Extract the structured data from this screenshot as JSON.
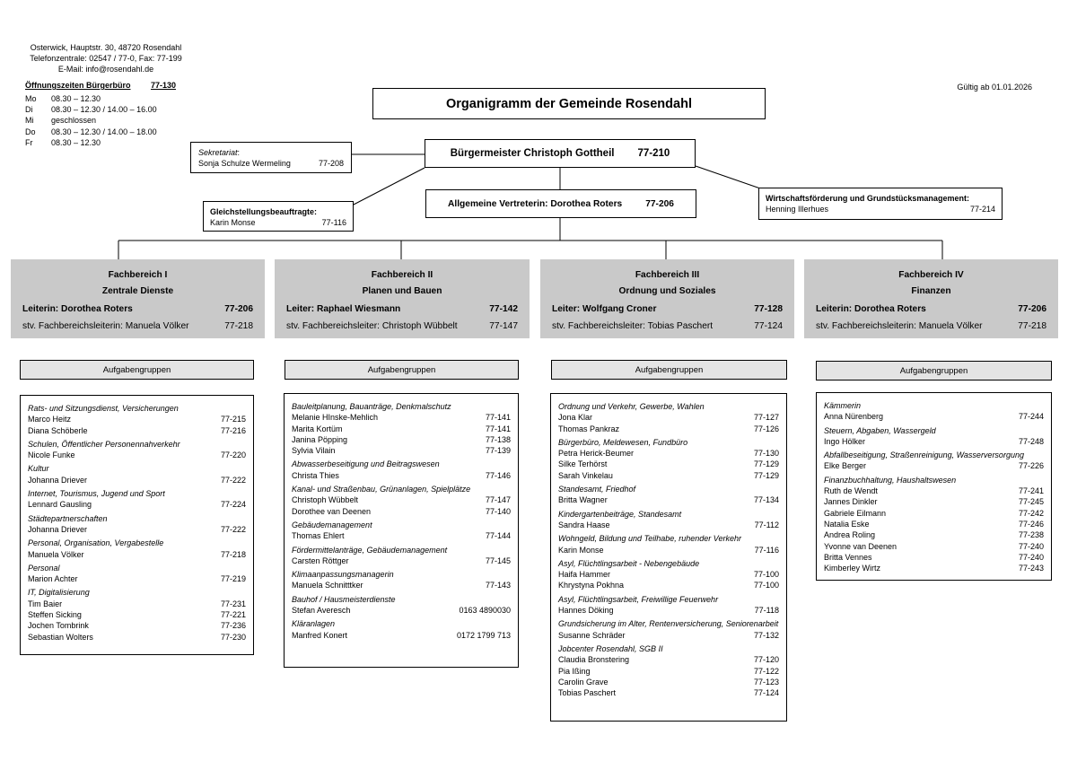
{
  "header": {
    "address_line1": "Osterwick, Hauptstr. 30, 48720 Rosendahl",
    "address_line2": "Telefonzentrale: 02547 / 77-0, Fax: 77-199",
    "address_line3": "E-Mail: info@rosendahl.de",
    "hours_title": "Öffnungszeiten Bürgerbüro",
    "hours_phone": "77-130",
    "hours": [
      {
        "day": "Mo",
        "time": "08.30 – 12.30"
      },
      {
        "day": "Di",
        "time": "08.30 – 12.30 / 14.00 – 16.00"
      },
      {
        "day": "Mi",
        "time": "geschlossen"
      },
      {
        "day": "Do",
        "time": "08.30 – 12.30 / 14.00 – 18.00"
      },
      {
        "day": "Fr",
        "time": "08.30 – 12.30"
      }
    ],
    "valid_from": "Gültig ab 01.01.2026",
    "title": "Organigramm der Gemeinde Rosendahl"
  },
  "top": {
    "mayor": {
      "label": "Bürgermeister Christoph Gottheil",
      "phone": "77-210"
    },
    "deputy": {
      "label": "Allgemeine Vertreterin: Dorothea Roters",
      "phone": "77-206"
    },
    "secretariat": {
      "title": "Sekretariat",
      "colon": ":",
      "name": "Sonja Schulze Wermeling",
      "phone": "77-208"
    },
    "equality": {
      "title": "Gleichstellungsbeauftragte:",
      "name": "Karin Monse",
      "phone": "77-116"
    },
    "economy": {
      "title": "Wirtschaftsförderung und Grundstücksmanagement:",
      "name": "Henning Illerhues",
      "phone": "77-214"
    }
  },
  "departments": [
    {
      "name": "Fachbereich I",
      "subtitle": "Zentrale Dienste",
      "lead_label": "Leiterin: Dorothea Roters",
      "lead_phone": "77-206",
      "deputy_label": "stv. Fachbereichsleiterin: Manuela Völker",
      "deputy_phone": "77-218",
      "tasks_label": "Aufgabengruppen",
      "groups": [
        {
          "title": "Rats- und Sitzungsdienst, Versicherungen",
          "people": [
            {
              "name": "Marco Heitz",
              "phone": "77-215"
            },
            {
              "name": "Diana Schöberle",
              "phone": "77-216"
            }
          ]
        },
        {
          "title": "Schulen, Öffentlicher Personennahverkehr",
          "people": [
            {
              "name": "Nicole Funke",
              "phone": "77-220"
            }
          ]
        },
        {
          "title": "Kultur",
          "people": [
            {
              "name": "Johanna Driever",
              "phone": "77-222"
            }
          ]
        },
        {
          "title": "Internet, Tourismus, Jugend und Sport",
          "people": [
            {
              "name": "Lennard Gausling",
              "phone": "77-224"
            }
          ]
        },
        {
          "title": "Städtepartnerschaften",
          "people": [
            {
              "name": "Johanna Driever",
              "phone": "77-222"
            }
          ]
        },
        {
          "title": "Personal, Organisation, Vergabestelle",
          "people": [
            {
              "name": "Manuela Völker",
              "phone": "77-218"
            }
          ]
        },
        {
          "title": "Personal",
          "people": [
            {
              "name": "Marion Achter",
              "phone": "77-219"
            }
          ]
        },
        {
          "title": "IT, Digitalisierung",
          "people": [
            {
              "name": "Tim Baier",
              "phone": "77-231"
            },
            {
              "name": "Steffen Sicking",
              "phone": "77-221"
            },
            {
              "name": "Jochen Tombrink",
              "phone": "77-236"
            },
            {
              "name": "Sebastian Wolters",
              "phone": "77-230"
            }
          ]
        }
      ]
    },
    {
      "name": "Fachbereich II",
      "subtitle": "Planen und Bauen",
      "lead_label": "Leiter: Raphael Wiesmann",
      "lead_phone": "77-142",
      "deputy_label": "stv. Fachbereichsleiter: Christoph Wübbelt",
      "deputy_phone": "77-147",
      "tasks_label": "Aufgabengruppen",
      "groups": [
        {
          "title": "Bauleitplanung, Bauanträge, Denkmalschutz",
          "people": [
            {
              "name": "Melanie HInske-Mehlich",
              "phone": "77-141"
            },
            {
              "name": "Marita Kortüm",
              "phone": "77-141"
            },
            {
              "name": "Janina Pöpping",
              "phone": "77-138"
            },
            {
              "name": "Sylvia Vilain",
              "phone": "77-139"
            }
          ]
        },
        {
          "title": "Abwasserbeseitigung und Beitragswesen",
          "people": [
            {
              "name": "Christa Thies",
              "phone": "77-146"
            }
          ]
        },
        {
          "title": "Kanal- und Straßenbau, Grünanlagen, Spielplätze",
          "people": [
            {
              "name": "Christoph Wübbelt",
              "phone": "77-147"
            },
            {
              "name": "Dorothee van Deenen",
              "phone": "77-140"
            }
          ]
        },
        {
          "title": "Gebäudemanagement",
          "people": [
            {
              "name": "Thomas Ehlert",
              "phone": "77-144"
            }
          ]
        },
        {
          "title": "Fördermittelanträge, Gebäudemanagement",
          "people": [
            {
              "name": "Carsten Röttger",
              "phone": "77-145"
            }
          ]
        },
        {
          "title": "Klimaanpassungsmanagerin",
          "people": [
            {
              "name": "Manuela Schnitttker",
              "phone": "77-143"
            }
          ]
        },
        {
          "title": "Bauhof / Hausmeisterdienste",
          "people": [
            {
              "name": "Stefan Averesch",
              "phone": "0163 4890030"
            }
          ]
        },
        {
          "title": "Kläranlagen",
          "people": [
            {
              "name": "Manfred Konert",
              "phone": "0172 1799 713"
            }
          ]
        }
      ]
    },
    {
      "name": "Fachbereich III",
      "subtitle": "Ordnung und Soziales",
      "lead_label": "Leiter: Wolfgang Croner",
      "lead_phone": "77-128",
      "deputy_label": "stv. Fachbereichsleiter: Tobias Paschert",
      "deputy_phone": "77-124",
      "tasks_label": "Aufgabengruppen",
      "groups": [
        {
          "title": "Ordnung und Verkehr, Gewerbe, Wahlen",
          "people": [
            {
              "name": "Jona Klar",
              "phone": "77-127"
            },
            {
              "name": "Thomas Pankraz",
              "phone": "77-126"
            }
          ]
        },
        {
          "title": "Bürgerbüro, Meldewesen, Fundbüro",
          "people": [
            {
              "name": "Petra Herick-Beumer",
              "phone": "77-130"
            },
            {
              "name": "Silke Terhörst",
              "phone": "77-129"
            },
            {
              "name": "Sarah Vinkelau",
              "phone": "77-129"
            }
          ]
        },
        {
          "title": "Standesamt, Friedhof",
          "people": [
            {
              "name": "Britta Wagner",
              "phone": "77-134"
            }
          ]
        },
        {
          "title": "Kindergartenbeiträge, Standesamt",
          "people": [
            {
              "name": "Sandra Haase",
              "phone": "77-112"
            }
          ]
        },
        {
          "title": "Wohngeld, Bildung und Teilhabe, ruhender Verkehr",
          "people": [
            {
              "name": "Karin Monse",
              "phone": "77-116"
            }
          ]
        },
        {
          "title": "Asyl, Flüchtlingsarbeit - Nebengebäude",
          "people": [
            {
              "name": "Haifa Hammer",
              "phone": "77-100"
            },
            {
              "name": "Khrystyna Pokhna",
              "phone": "77-100"
            }
          ]
        },
        {
          "title": "Asyl, Flüchtlingsarbeit, Freiwillige Feuerwehr",
          "people": [
            {
              "name": "Hannes Döking",
              "phone": "77-118"
            }
          ]
        },
        {
          "title": "Grundsicherung im Alter, Rentenversicherung, Seniorenarbeit",
          "people": [
            {
              "name": "Susanne Schräder",
              "phone": "77-132"
            }
          ]
        },
        {
          "title": "Jobcenter Rosendahl, SGB II",
          "people": [
            {
              "name": "Claudia Bronstering",
              "phone": "77-120"
            },
            {
              "name": "Pia Ißing",
              "phone": "77-122"
            },
            {
              "name": "Carolin Grave",
              "phone": "77-123"
            },
            {
              "name": "Tobias Paschert",
              "phone": "77-124"
            }
          ]
        }
      ]
    },
    {
      "name": "Fachbereich IV",
      "subtitle": "Finanzen",
      "lead_label": "Leiterin: Dorothea Roters",
      "lead_phone": "77-206",
      "deputy_label": "stv. Fachbereichsleiterin: Manuela Völker",
      "deputy_phone": "77-218",
      "tasks_label": "Aufgabengruppen",
      "groups": [
        {
          "title": "Kämmerin",
          "people": [
            {
              "name": "Anna Nürenberg",
              "phone": "77-244"
            }
          ]
        },
        {
          "title": "Steuern, Abgaben, Wassergeld",
          "people": [
            {
              "name": "Ingo Hölker",
              "phone": "77-248"
            }
          ]
        },
        {
          "title": "Abfallbeseitigung, Straßenreinigung, Wasserversorgung",
          "people": [
            {
              "name": "Elke Berger",
              "phone": "77-226"
            }
          ]
        },
        {
          "title": "Finanzbuchhaltung, Haushaltswesen",
          "people": [
            {
              "name": "Ruth de Wendt",
              "phone": "77-241"
            },
            {
              "name": "Jannes Dinkler",
              "phone": "77-245"
            },
            {
              "name": "Gabriele Eilmann",
              "phone": "77-242"
            },
            {
              "name": "Natalia Eske",
              "phone": "77-246"
            },
            {
              "name": "Andrea Roling",
              "phone": "77-238"
            },
            {
              "name": "Yvonne van Deenen",
              "phone": "77-240"
            },
            {
              "name": "Britta Vennes",
              "phone": "77-240"
            },
            {
              "name": "Kimberley Wirtz",
              "phone": "77-243"
            }
          ]
        }
      ]
    }
  ]
}
